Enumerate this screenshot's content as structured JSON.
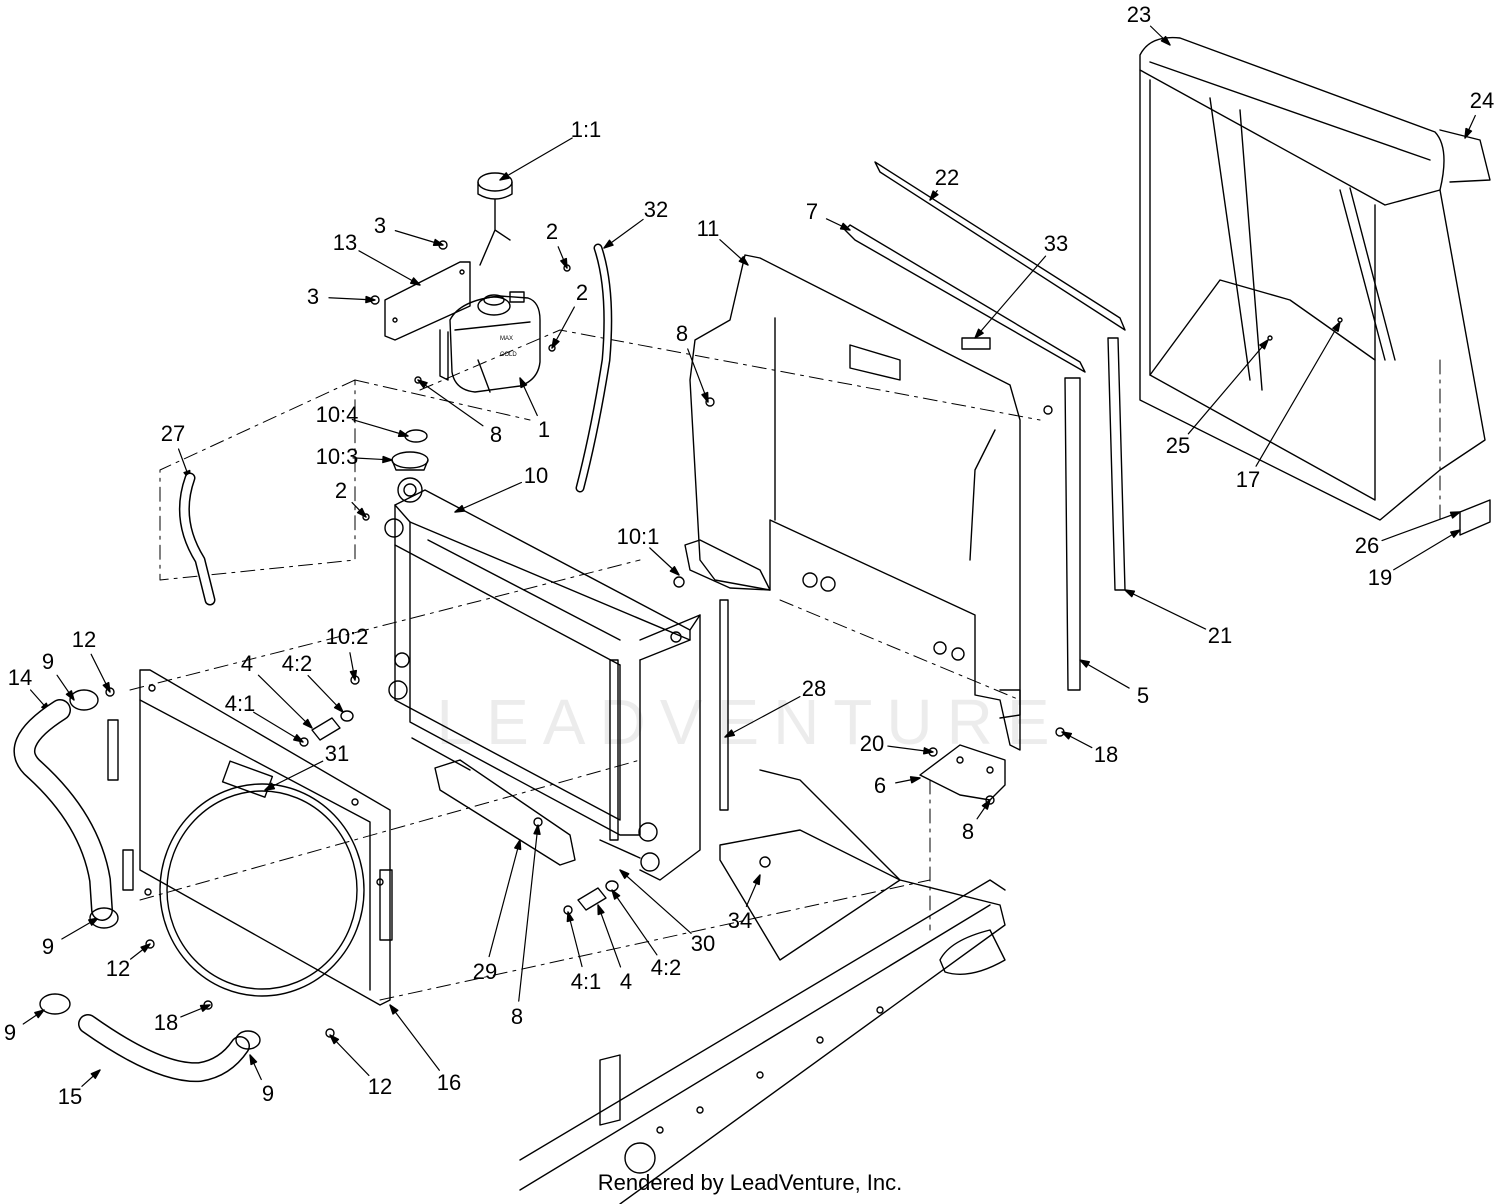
{
  "footer": "Rendered by LeadVenture, Inc.",
  "watermark": "LEADVENTURE",
  "labels": [
    "1:1",
    "32",
    "3",
    "2",
    "13",
    "3",
    "2",
    "22",
    "7",
    "11",
    "33",
    "23",
    "24",
    "8",
    "8",
    "1",
    "10:4",
    "10:3",
    "2",
    "27",
    "10",
    "10:1",
    "25",
    "17",
    "26",
    "19",
    "21",
    "5",
    "12",
    "9",
    "10:2",
    "14",
    "4",
    "4:2",
    "4:1",
    "28",
    "31",
    "20",
    "18",
    "6",
    "8",
    "9",
    "12",
    "4",
    "4:2",
    "4:1",
    "29",
    "30",
    "34",
    "8",
    "18",
    "16",
    "9",
    "15",
    "9",
    "12"
  ]
}
